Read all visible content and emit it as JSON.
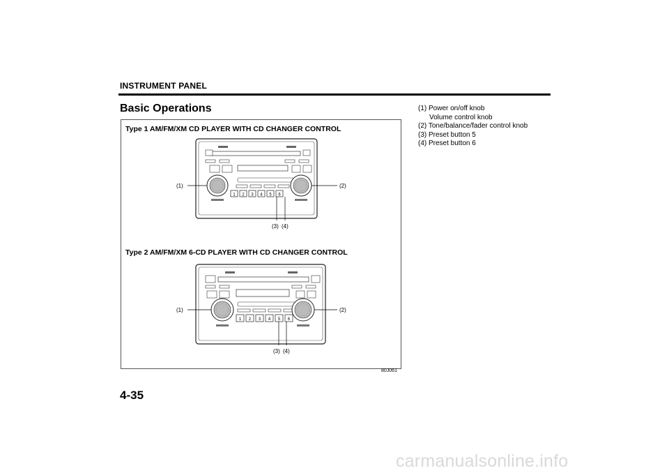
{
  "header": {
    "section": "INSTRUMENT PANEL"
  },
  "title": "Basic Operations",
  "figure": {
    "type1_label": "Type 1 AM/FM/XM CD PLAYER WITH CD CHANGER CONTROL",
    "type2_label": "Type 2 AM/FM/XM 6-CD PLAYER WITH CD CHANGER CONTROL",
    "callout_1": "(1)",
    "callout_2": "(2)",
    "callout_3": "(3)",
    "callout_4": "(4)",
    "code": "80J061",
    "preset_buttons": [
      "1",
      "2",
      "3",
      "4",
      "5",
      "6"
    ]
  },
  "legend": {
    "item1": "(1)  Power on/off knob",
    "item1_sub": "Volume control knob",
    "item2": "(2)  Tone/balance/fader control knob",
    "item3": "(3)  Preset button 5",
    "item4": "(4)  Preset button 6"
  },
  "page_number": "4-35",
  "watermark": "carmanualsonline.info"
}
